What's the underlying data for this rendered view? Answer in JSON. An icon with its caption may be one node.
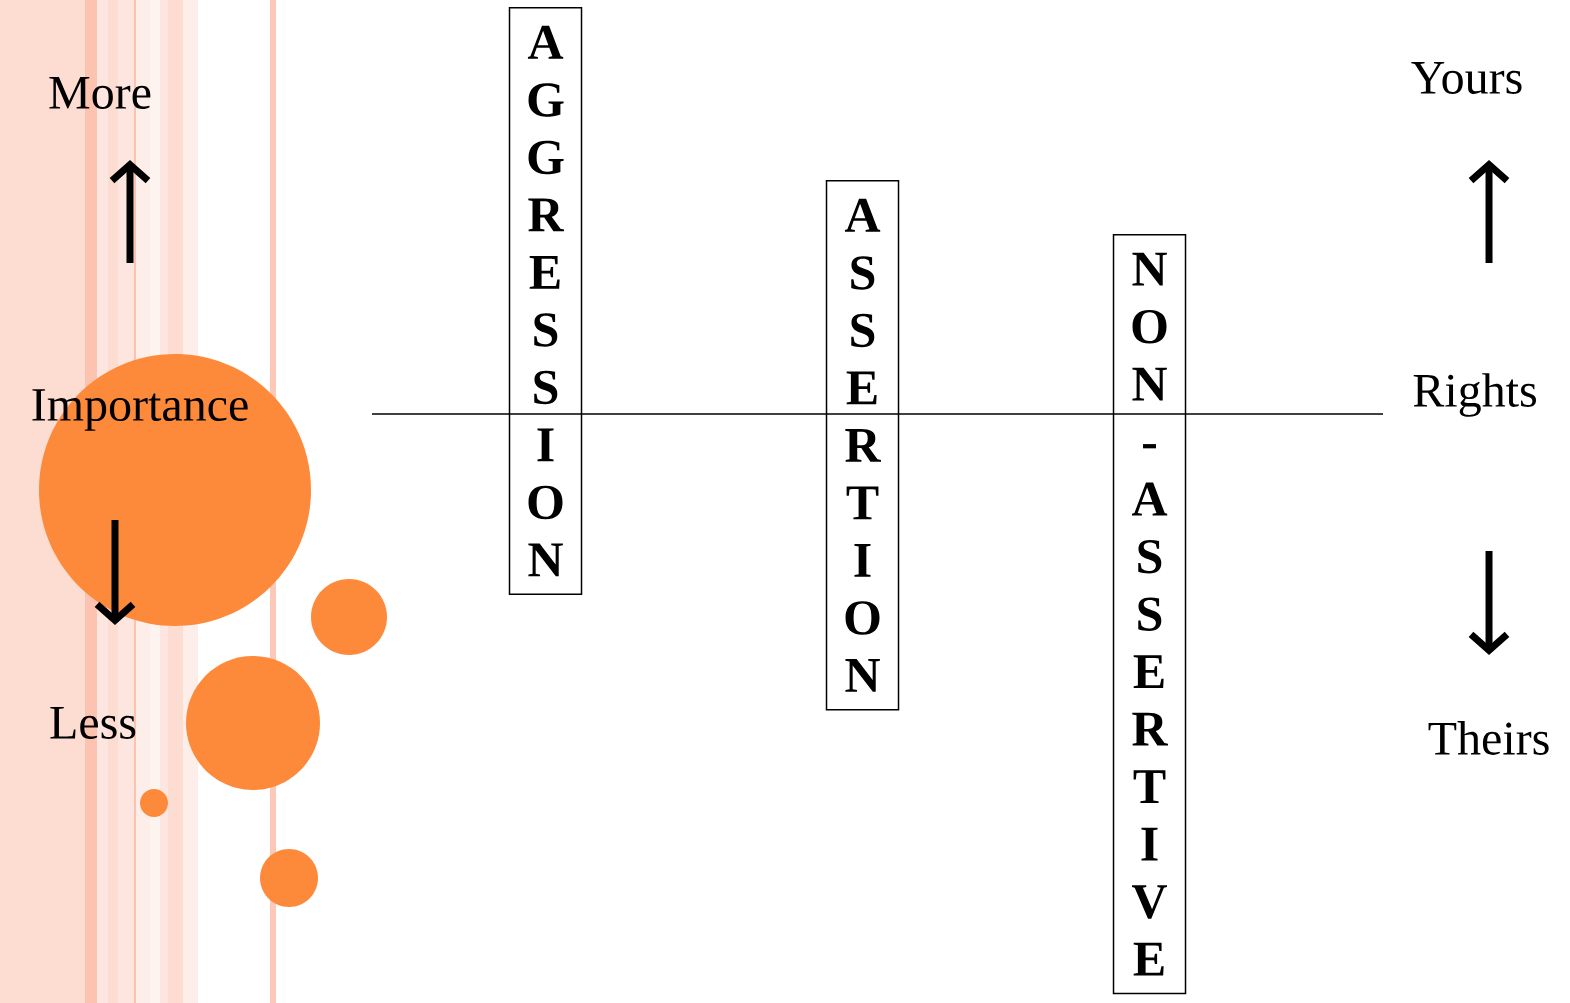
{
  "diagram": {
    "nodes": [
      {
        "text": [
          "AGGRESSION"
        ]
      },
      {
        "text": [
          "ASSERTION"
        ]
      },
      {
        "text": [
          "NON-ASSERTIVE"
        ]
      }
    ],
    "labels": [
      "More",
      "Importance",
      "Less",
      "Yours",
      "Rights",
      "Theirs"
    ]
  }
}
